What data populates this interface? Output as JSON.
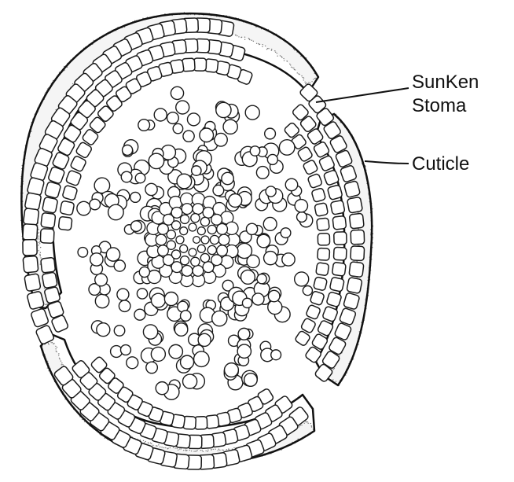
{
  "labels": {
    "sunken_stoma_line1": "SunKen",
    "sunken_stoma_line2": "Stoma",
    "cuticle": "Cuticle"
  }
}
